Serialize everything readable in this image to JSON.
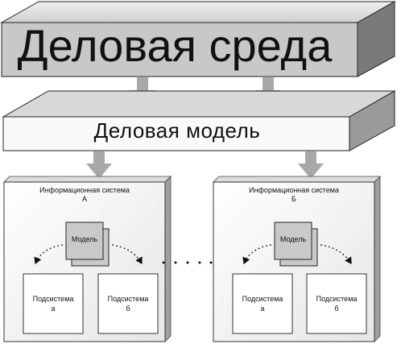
{
  "environment": {
    "title": "Деловая среда"
  },
  "business_model": {
    "title": "Деловая модель"
  },
  "systems": [
    {
      "title_line1": "Информационная система",
      "title_line2": "А",
      "model_label": "Модель",
      "subsystems": [
        {
          "line1": "Подсистема",
          "line2": "а"
        },
        {
          "line1": "Подсистема",
          "line2": "б"
        }
      ]
    },
    {
      "title_line1": "Информационная система",
      "title_line2": "Б",
      "model_label": "Модель",
      "subsystems": [
        {
          "line1": "Подсистема",
          "line2": "а"
        },
        {
          "line1": "Подсистема",
          "line2": "б"
        }
      ]
    }
  ],
  "colors": {
    "environment_front": "#c8c8c8",
    "environment_top": "#e2e2e2",
    "environment_side": "#7a7a7a",
    "model_front": "#fafafa",
    "model_top": "#d8d8d8",
    "model_side": "#9a9a9a",
    "arrow": "#a8a8a8",
    "system_box": "#f4f4f4",
    "model_card": "#c9c9c9",
    "subsystem_box": "#ffffff"
  }
}
